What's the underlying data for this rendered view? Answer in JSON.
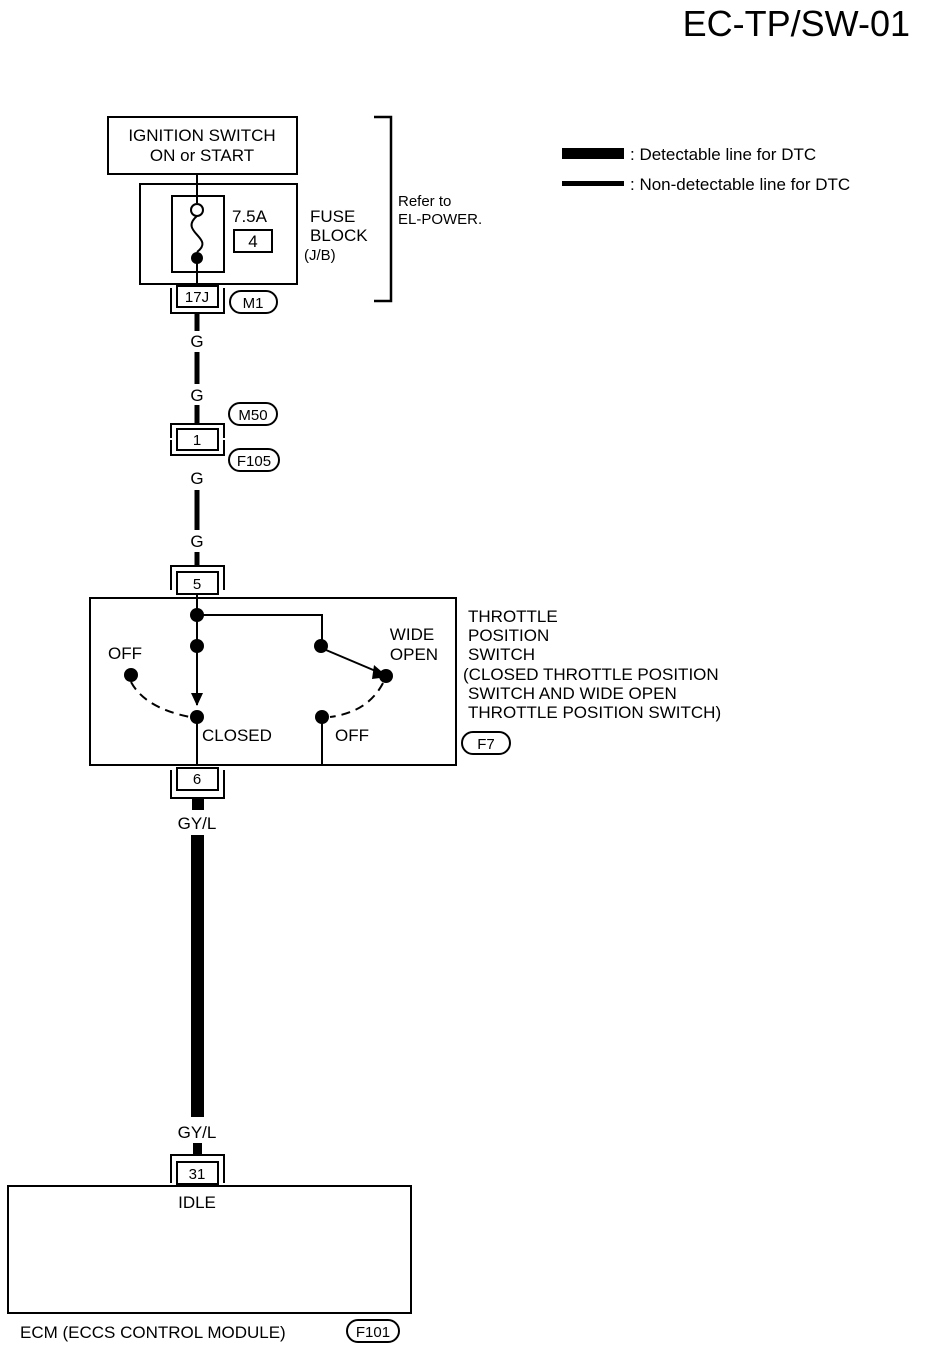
{
  "page_title": "EC-TP/SW-01",
  "legend": {
    "detectable": ": Detectable line for DTC",
    "non_detectable": ": Non-detectable line for DTC"
  },
  "ignition": {
    "line1": "IGNITION SWITCH",
    "line2": "ON or START"
  },
  "fuse": {
    "rating": "7.5A",
    "number": "4",
    "label1": "FUSE",
    "label2": "BLOCK",
    "label3": "(J/B)",
    "terminal": "17J",
    "connector": "M1"
  },
  "refer": {
    "line1": "Refer to",
    "line2": "EL-POWER."
  },
  "wires": {
    "g1": "G",
    "g2": "G",
    "g3": "G",
    "g4": "G",
    "gyl1": "GY/L",
    "gyl2": "GY/L"
  },
  "joint": {
    "connector_top": "M50",
    "terminal": "1",
    "connector_bottom": "F105"
  },
  "tps": {
    "terminal_in": "5",
    "terminal_out": "6",
    "off_left": "OFF",
    "wide": "WIDE",
    "open": "OPEN",
    "closed": "CLOSED",
    "off_right": "OFF",
    "name1": "THROTTLE",
    "name2": "POSITION",
    "name3": "SWITCH",
    "name4": "(CLOSED THROTTLE POSITION",
    "name5": "SWITCH AND WIDE OPEN",
    "name6": "THROTTLE POSITION SWITCH)",
    "connector": "F7"
  },
  "ecm": {
    "terminal": "31",
    "pin_name": "IDLE",
    "label": "ECM (ECCS  CONTROL  MODULE)",
    "connector": "F101"
  }
}
